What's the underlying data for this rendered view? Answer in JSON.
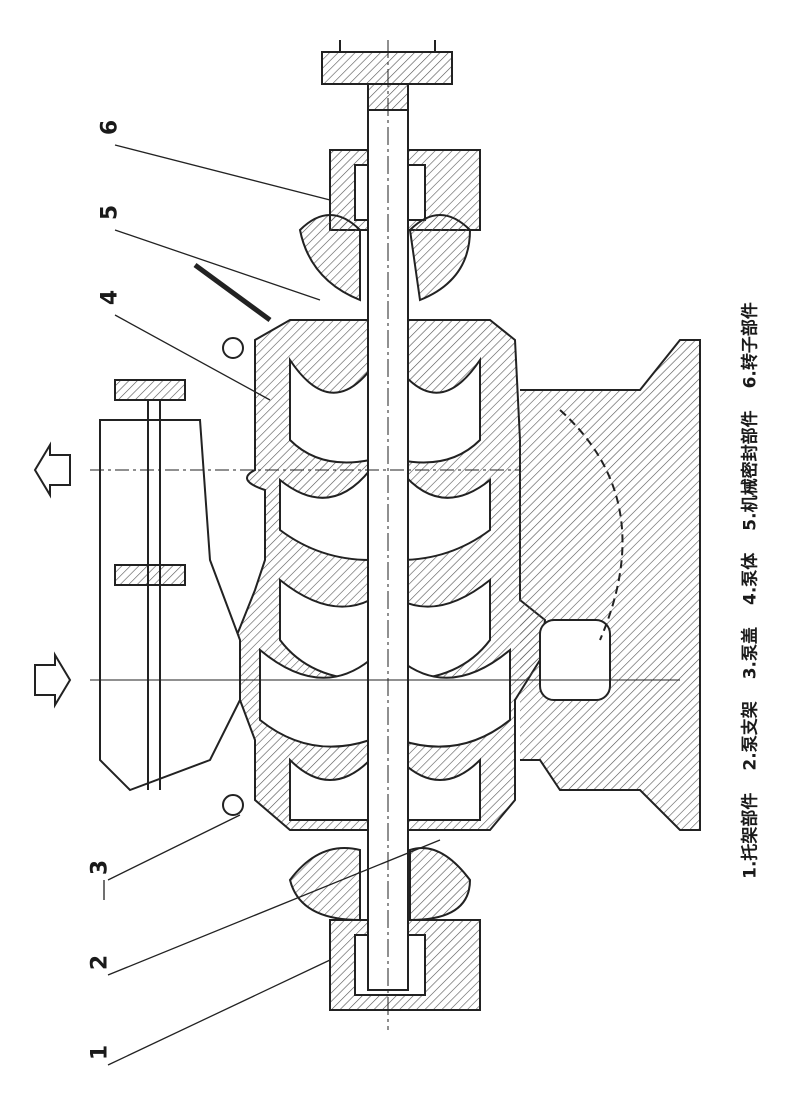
{
  "title": "Multistage pump cross-section",
  "callouts": [
    "1",
    "2",
    "3",
    "4",
    "5",
    "6"
  ],
  "legend": [
    "1.托架部件",
    "2.泵支架",
    "3.泵盖",
    "4.泵体",
    "5.机械密封部件",
    "6.转子部件"
  ],
  "colors": {
    "line": "#222222",
    "hatch": "#555555",
    "paper": "#ffffff"
  }
}
